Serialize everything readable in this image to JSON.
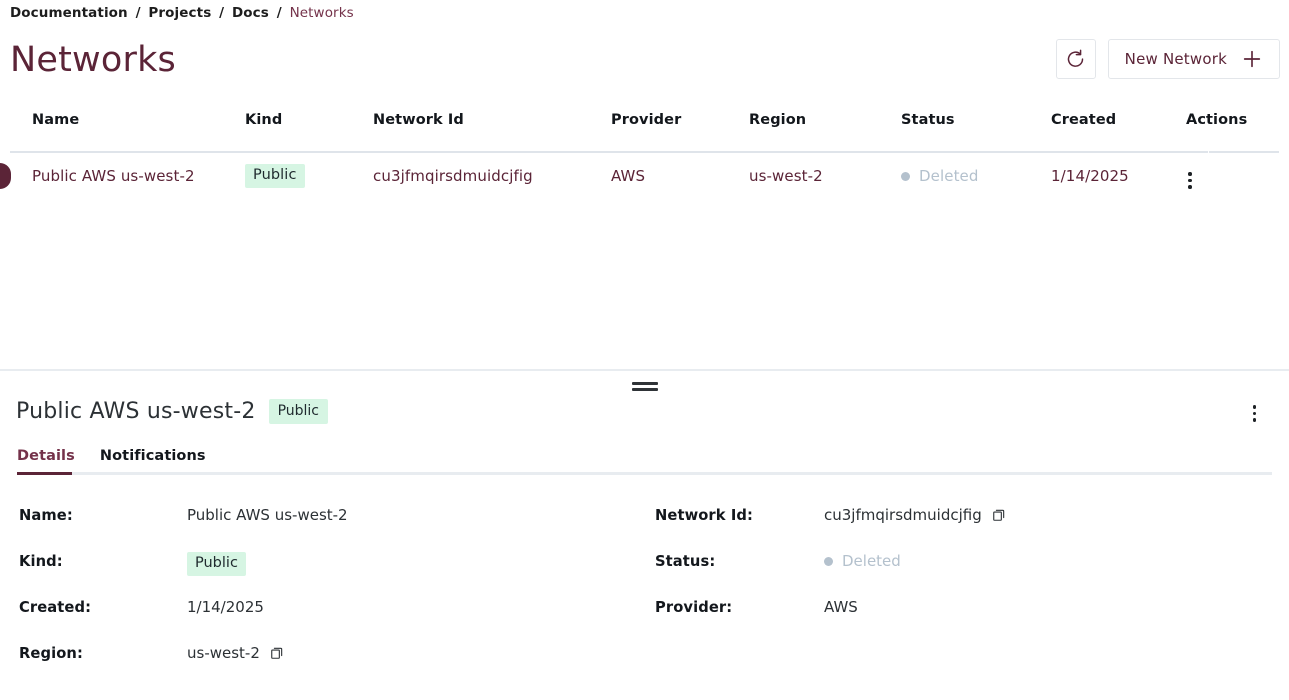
{
  "breadcrumb": {
    "items": [
      "Documentation",
      "Projects",
      "Docs",
      "Networks"
    ],
    "separator": "/"
  },
  "header": {
    "title": "Networks",
    "refresh_icon": "refresh-icon",
    "new_network_label": "New Network",
    "plus_icon": "plus-icon"
  },
  "table": {
    "columns": [
      "Name",
      "Kind",
      "Network Id",
      "Provider",
      "Region",
      "Status",
      "Created",
      "Actions"
    ],
    "rows": [
      {
        "name": "Public AWS us-west-2",
        "kind": "Public",
        "network_id": "cu3jfmqirsdmuidcjfig",
        "provider": "AWS",
        "region": "us-west-2",
        "status": "Deleted",
        "created": "1/14/2025",
        "actions_icon": "kebab-menu-icon",
        "selected": true
      }
    ]
  },
  "detail": {
    "title": "Public AWS us-west-2",
    "badge": "Public",
    "kebab_icon": "kebab-menu-icon",
    "drag_handle_icon": "drag-handle-icon",
    "tabs": [
      {
        "label": "Details",
        "active": true
      },
      {
        "label": "Notifications",
        "active": false
      }
    ],
    "fields_left": [
      {
        "label": "Name:",
        "value": "Public AWS us-west-2"
      },
      {
        "label": "Kind:",
        "value": "Public"
      },
      {
        "label": "Created:",
        "value": "1/14/2025"
      },
      {
        "label": "Region:",
        "value": "us-west-2"
      }
    ],
    "fields_right": [
      {
        "label": "Network Id:",
        "value": "cu3jfmqirsdmuidcjfig"
      },
      {
        "label": "Status:",
        "value": "Deleted"
      },
      {
        "label": "Provider:",
        "value": "AWS"
      }
    ],
    "copy_icon": "copy-icon"
  },
  "colors": {
    "accent": "#5b2437",
    "accent_text": "#74324a",
    "badge_bg": "#d6f5e3",
    "status_muted": "#b4c1cd",
    "border": "#e3e6ea",
    "divider": "#dfe4ea"
  }
}
